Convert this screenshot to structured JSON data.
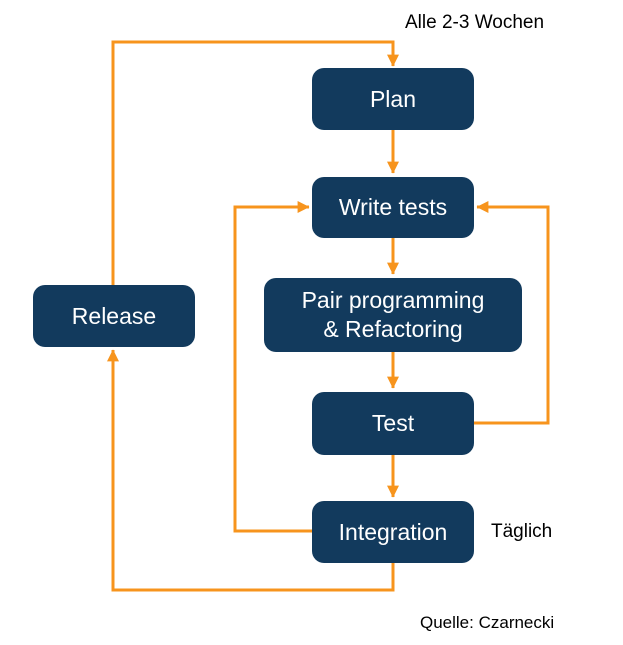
{
  "diagram": {
    "nodes": {
      "plan": {
        "label": "Plan"
      },
      "write_tests": {
        "label": "Write tests"
      },
      "pair_programming": {
        "label": "Pair programming\n& Refactoring"
      },
      "test": {
        "label": "Test"
      },
      "integration": {
        "label": "Integration"
      },
      "release": {
        "label": "Release"
      }
    },
    "annotations": {
      "cycle_note": "Alle 2-3 Wochen",
      "daily_note": "Täglich",
      "source_note": "Quelle: Czarnecki"
    },
    "edges": [
      {
        "from": "plan",
        "to": "write_tests"
      },
      {
        "from": "write_tests",
        "to": "pair_programming"
      },
      {
        "from": "pair_programming",
        "to": "test"
      },
      {
        "from": "test",
        "to": "integration"
      },
      {
        "from": "integration",
        "to": "write_tests"
      },
      {
        "from": "test",
        "to": "write_tests"
      },
      {
        "from": "integration",
        "to": "release"
      },
      {
        "from": "release",
        "to": "plan"
      }
    ]
  },
  "colors": {
    "node_fill": "#123A5D",
    "node_text": "#FFFFFF",
    "arrow": "#F7941D",
    "note_text": "#000000",
    "background": "#FFFFFF"
  }
}
